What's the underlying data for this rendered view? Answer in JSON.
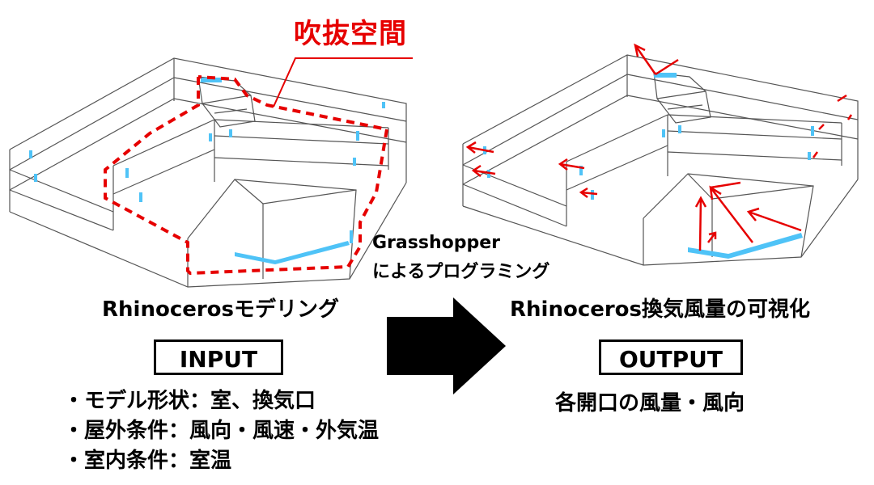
{
  "callout_label": "吹抜空間",
  "tool_label": [
    "Grasshopper",
    "によるプログラミング"
  ],
  "left": {
    "caption": "Rhinocerosモデリング",
    "box_label": "INPUT",
    "bullets": [
      "・モデル形状：室、換気口",
      "・屋外条件：風向・風速・外気温",
      "・室内条件：室温"
    ]
  },
  "right": {
    "caption": "Rhinoceros換気風量の可視化",
    "box_label": "OUTPUT",
    "description": "各開口の風量・風向"
  },
  "colors": {
    "wireframe": "#555555",
    "opening": "#4fc3f7",
    "highlight": "#e60000",
    "arrow": "#000000"
  }
}
